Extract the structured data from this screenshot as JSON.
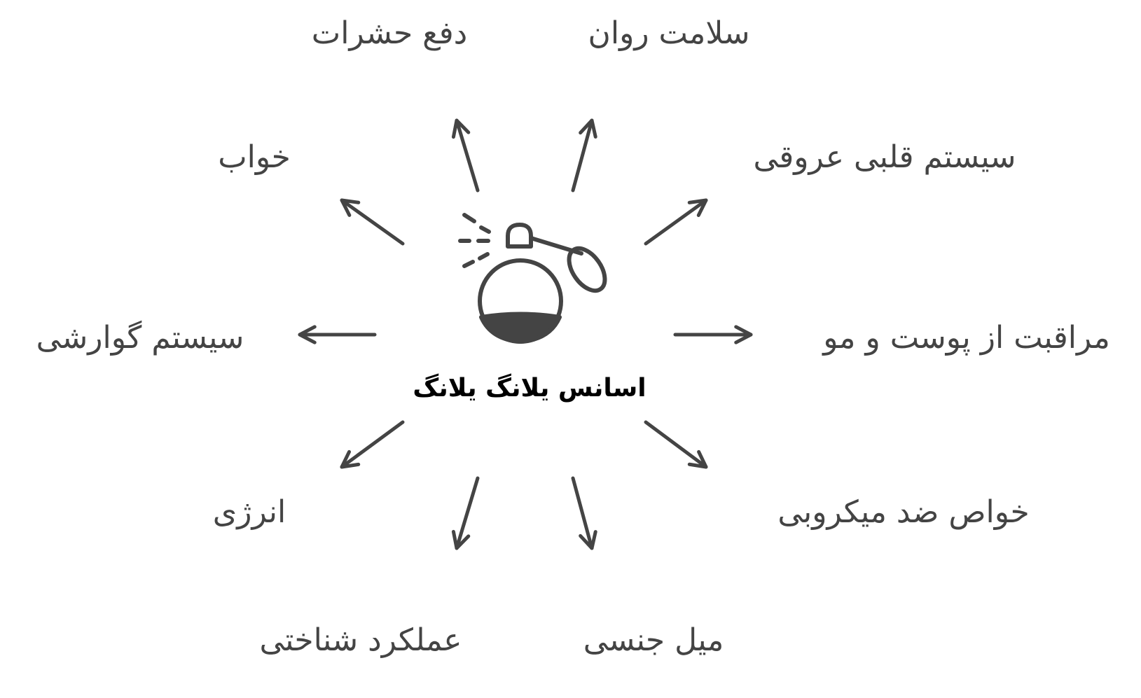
{
  "center": {
    "label": "اسانس یلانگ یلانگ",
    "icon": "perfume-spray-bottle-icon"
  },
  "benefits": [
    {
      "key": "mental-health",
      "label": "سلامت روان"
    },
    {
      "key": "cardiovascular-system",
      "label": "سیستم قلبی عروقی"
    },
    {
      "key": "skin-and-hair-care",
      "label": "مراقبت از پوست و مو"
    },
    {
      "key": "antimicrobial-properties",
      "label": "خواص ضد میکروبی"
    },
    {
      "key": "libido",
      "label": "میل جنسی"
    },
    {
      "key": "cognitive-function",
      "label": "عملکرد شناختی"
    },
    {
      "key": "energy",
      "label": "انرژی"
    },
    {
      "key": "digestive-system",
      "label": "سیستم گوارشی"
    },
    {
      "key": "sleep",
      "label": "خواب"
    },
    {
      "key": "insect-repellent",
      "label": "دفع حشرات"
    }
  ],
  "colors": {
    "stroke": "#444444",
    "text": "#444444",
    "center_text": "#000000"
  }
}
